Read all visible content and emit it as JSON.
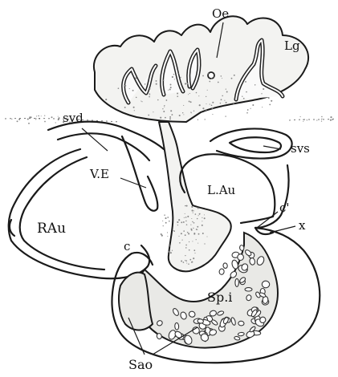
{
  "figure": {
    "labels": {
      "oe": "Oe",
      "lg": "Lg",
      "svd": "svd",
      "svs": "svs",
      "ve": "V.E",
      "lau": "L.Au",
      "rau": "RAu",
      "c_prime": "c'",
      "x": "x",
      "c": "c",
      "spi": "Sp.i",
      "sao": "Sao"
    }
  }
}
